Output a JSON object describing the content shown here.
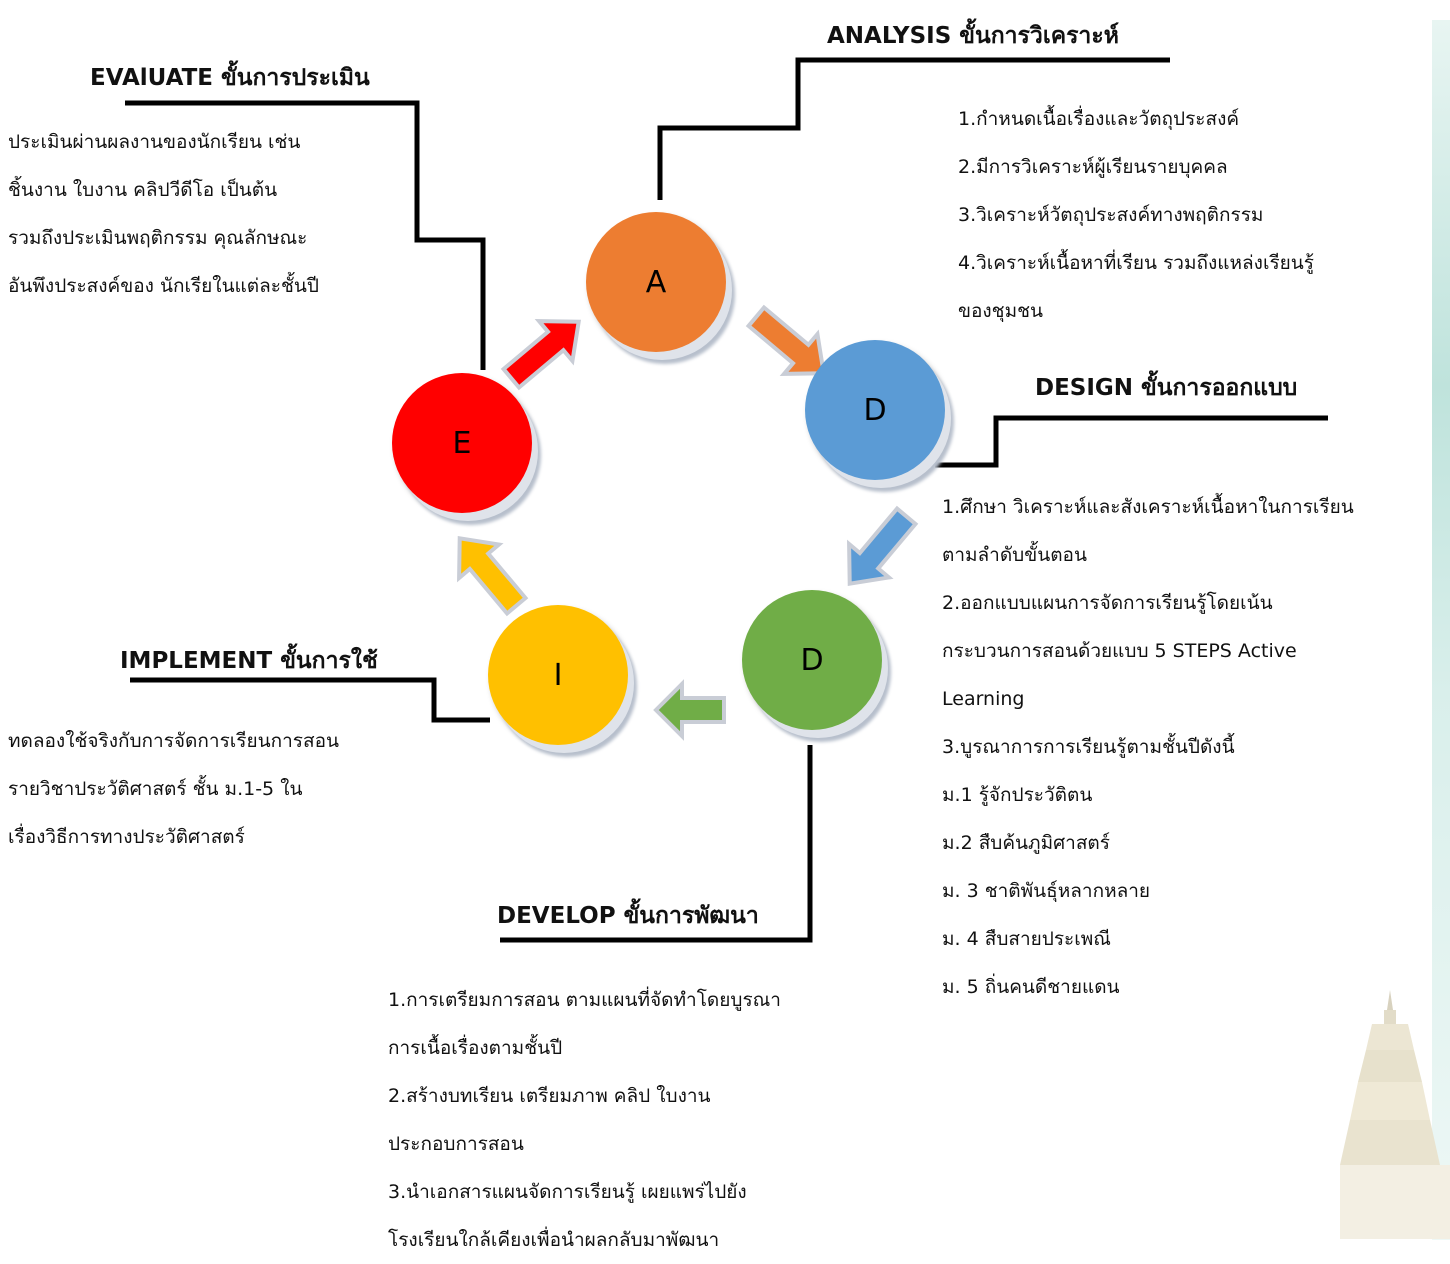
{
  "stages": {
    "analysis": {
      "heading": "ANALYSIS ขั้นการวิเคราะห์",
      "items": [
        "1.กำหนดเนื้อเรื่องและวัตถุประสงค์",
        "2.มีการวิเคราะห์ผู้เรียนรายบุคคล",
        "3.วิเคราะห์วัตถุประสงค์ทางพฤติกรรม",
        "4.วิเคราะห์เนื้อหาที่เรียน รวมถึงแหล่งเรียนรู้",
        "ของชุมชน"
      ]
    },
    "design": {
      "heading": "DESIGN ขั้นการออกแบบ",
      "items": [
        "1.ศึกษา วิเคราะห์และสังเคราะห์เนื้อหาในการเรียน",
        "ตามลำดับขั้นตอน",
        "2.ออกแบบแผนการจัดการเรียนรู้โดยเน้น",
        "กระบวนการสอนด้วยแบบ 5 STEPS Active",
        "Learning",
        "3.บูรณาการการเรียนรู้ตามชั้นปีดังนี้",
        "ม.1 รู้จักประวัติตน",
        "ม.2 สืบค้นภูมิศาสตร์",
        "ม. 3 ชาติพันธุ์หลากหลาย",
        "ม. 4 สืบสายประเพณี",
        "ม. 5 ถิ่นคนดีชายแดน"
      ]
    },
    "develop": {
      "heading": "DEVELOP ขั้นการพัฒนา",
      "items": [
        "1.การเตรียมการสอน ตามแผนที่จัดทำโดยบูรณา",
        "การเนื้อเรื่องตามชั้นปี",
        "2.สร้างบทเรียน เตรียมภาพ คลิป ใบงาน",
        "ประกอบการสอน",
        "3.นำเอกสารแผนจัดการเรียนรู้ เผยแพร่ไปยัง",
        "โรงเรียนใกล้เคียงเพื่อนำผลกลับมาพัฒนา"
      ]
    },
    "implement": {
      "heading": "IMPLEMENT ขั้นการใช้",
      "items": [
        "ทดลองใช้จริงกับการจัดการเรียนการสอน",
        "รายวิชาประวัติศาสตร์ ชั้น ม.1-5 ใน",
        "เรื่องวิธีการทางประวัติศาสตร์"
      ]
    },
    "evaluate": {
      "heading": "EVAlUATE ขั้นการประเมิน",
      "items": [
        "ประเมินผ่านผลงานของนักเรียน เช่น",
        "ชิ้นงาน ใบงาน คลิปวีดีโอ เป็นต้น",
        "รวมถึงประเมินพฤติกรรม คุณลักษณะ",
        "อันพึงประสงค์ของ นักเรียในแต่ละชั้นปี"
      ]
    }
  },
  "nodes": {
    "a": {
      "letter": "A",
      "color": "#ed7d31"
    },
    "d1": {
      "letter": "D",
      "color": "#5b9bd5"
    },
    "d2": {
      "letter": "D",
      "color": "#70ad47"
    },
    "i": {
      "letter": "I",
      "color": "#ffc000"
    },
    "e": {
      "letter": "E",
      "color": "#ff0000"
    }
  }
}
